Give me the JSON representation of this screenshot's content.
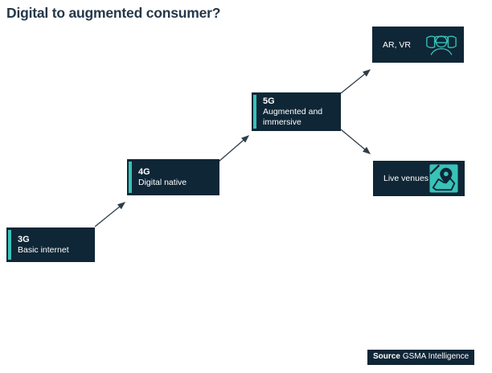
{
  "title": "Digital to augmented consumer?",
  "colors": {
    "box_navy": "#0f2636",
    "accent_teal": "#38c2b8",
    "arrow": "#2e3d49",
    "title_text": "#25384a",
    "box_text": "#ffffff"
  },
  "stages": [
    {
      "label": "3G",
      "sublabel": "Basic internet"
    },
    {
      "label": "4G",
      "sublabel": "Digital native"
    },
    {
      "label": "5G",
      "sublabel": "Augmented and immersive"
    }
  ],
  "outcomes": [
    {
      "label": "AR, VR",
      "icon": "vr-headset-icon"
    },
    {
      "label": "Live venues",
      "icon": "map-pin-icon"
    }
  ],
  "flow": [
    {
      "from": "3G",
      "to": "4G"
    },
    {
      "from": "4G",
      "to": "5G"
    },
    {
      "from": "5G",
      "to": "AR, VR"
    },
    {
      "from": "5G",
      "to": "Live venues"
    }
  ],
  "source": {
    "label": "Source",
    "text": "GSMA Intelligence"
  }
}
